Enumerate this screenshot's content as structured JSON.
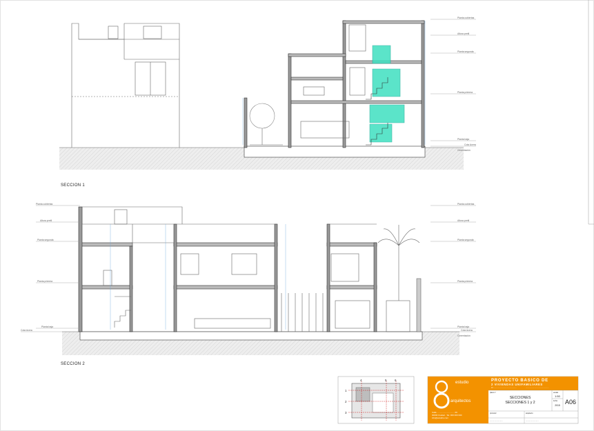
{
  "sheet": {
    "accent_color": "#f39200",
    "stair_color": "#3fe0c0",
    "line_color": "#555555"
  },
  "sections": [
    {
      "title": "SECCION 1"
    },
    {
      "title": "SECCION 2"
    }
  ],
  "levels": {
    "cubierta": "Planta cubiertas",
    "azotea": "Altura pretil",
    "segunda": "Planta segunda",
    "primera": "Planta primera",
    "baja": "Planta baja",
    "cota_acera": "Cota Acera",
    "cimentacion": "Cimentación"
  },
  "titleblock": {
    "brand_top": "estudio",
    "brand_mid": "arquitectos",
    "project_line1": "PROYECTO BASICO DE",
    "project_line2": "2 VIVIENDAS UNIFAMILIARES",
    "address_line1": "C/ ..............................................",
    "address_line2": "..............................................",
    "contact_line1": "Calle .............................. 00",
    "contact_line2": "00000 Ciudad · Tel. 000 000 000",
    "contact_line3": "info@estudio.com",
    "plano_label": "plano nº",
    "drawing_title": "SECCIONES",
    "drawing_subtitle": "SECCIONES 1 y 2",
    "escala_label": "escala",
    "scale": "1:50",
    "fecha_label": "fecha",
    "date": "2015",
    "sheet_number": "A06",
    "promotor_label": "promotor",
    "arquitecto_label": "arquitecto",
    "firma1": "........................",
    "firma2": "........................"
  },
  "keyplan": {
    "markers": [
      "4",
      "5",
      "6",
      "1",
      "2",
      "3"
    ]
  }
}
